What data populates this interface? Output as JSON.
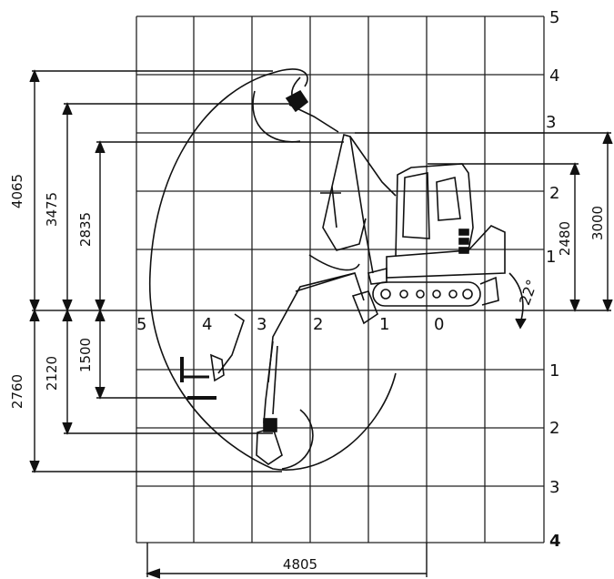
{
  "grid_labels_right": [
    "5",
    "4",
    "3",
    "2",
    "1",
    "1",
    "2",
    "3",
    "4"
  ],
  "grid_labels_axis": [
    "5",
    "4",
    "3",
    "2",
    "1",
    "0"
  ],
  "dimensions": {
    "max_reach_height": "4065",
    "max_dump_height": "3475",
    "dump_height_2": "2835",
    "dig_depth_1500": "1500",
    "dig_depth": "2120",
    "max_dig_depth": "2760",
    "cab_height": "2480",
    "overall_height": "3000",
    "max_reach": "4805",
    "blade_angle": "22°"
  }
}
